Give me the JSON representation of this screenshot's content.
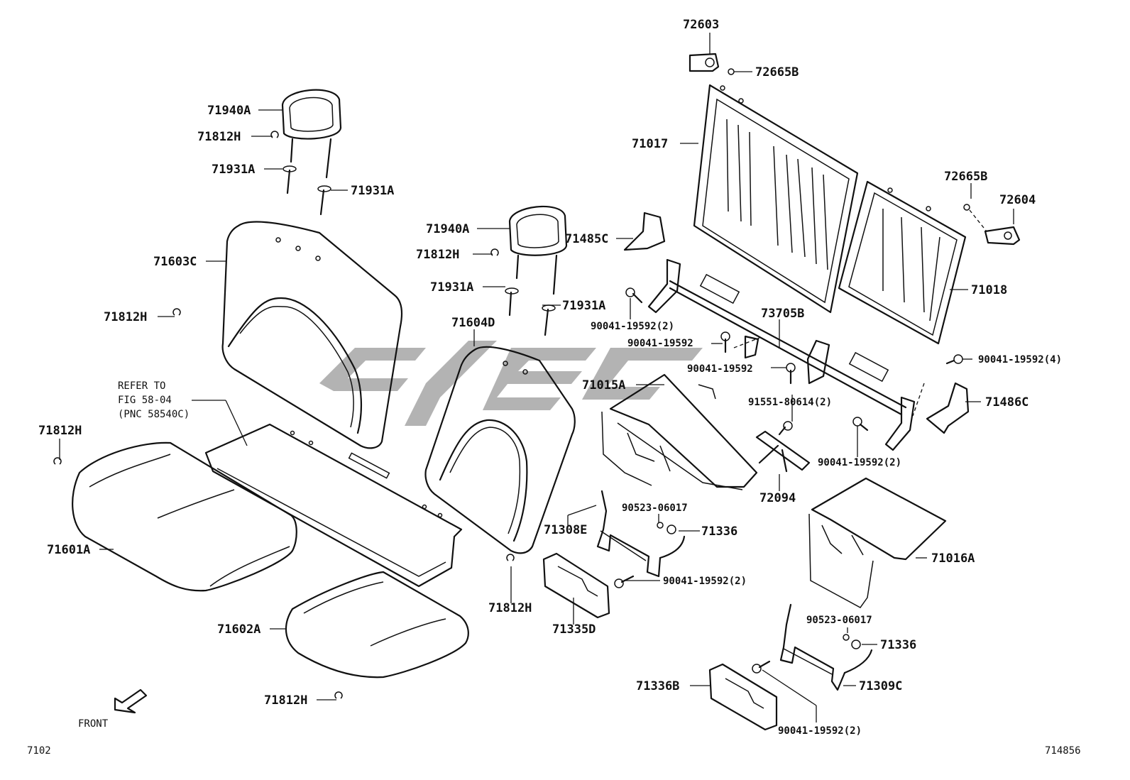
{
  "labels": {
    "p72603": "72603",
    "p72665B_top": "72665B",
    "p71940A_left": "71940A",
    "p71812H_hr_left": "71812H",
    "p71931A_l1": "71931A",
    "p71931A_l2": "71931A",
    "p71017": "71017",
    "p72665B_right": "72665B",
    "p72604": "72604",
    "p71603C": "71603C",
    "p71940A_mid": "71940A",
    "p71485C": "71485C",
    "p71812H_hr_mid": "71812H",
    "p71018": "71018",
    "p71931A_m1": "71931A",
    "p71931A_m2": "71931A",
    "p71812H_back": "71812H",
    "p71604D": "71604D",
    "p73705B": "73705B",
    "p90041_a": "90041-19592(2)",
    "p90041_b": "90041-19592",
    "p90041_c": "90041-19592(4)",
    "p90041_d": "90041-19592",
    "p71486C": "71486C",
    "p71015A": "71015A",
    "p91551": "91551-80614(2)",
    "p71812H_far": "71812H",
    "p90041_e": "90041-19592(2)",
    "p72094": "72094",
    "p90523_a": "90523-06017",
    "p71308E": "71308E",
    "p71336_a": "71336",
    "p71601A": "71601A",
    "p71016A": "71016A",
    "p90041_f": "90041-19592(2)",
    "p71812H_bot_mid": "71812H",
    "p71335D": "71335D",
    "p90523_b": "90523-06017",
    "p71602A": "71602A",
    "p71336_b": "71336",
    "p71336B": "71336B",
    "p71309C": "71309C",
    "p71812H_bottom": "71812H",
    "p90041_g": "90041-19592(2)"
  },
  "refer_note": [
    "REFER TO",
    "FIG 58-04",
    "(PNC 58540C)"
  ],
  "front_label": "FRONT",
  "figure_code_left": "7102",
  "figure_code_right": "714856"
}
